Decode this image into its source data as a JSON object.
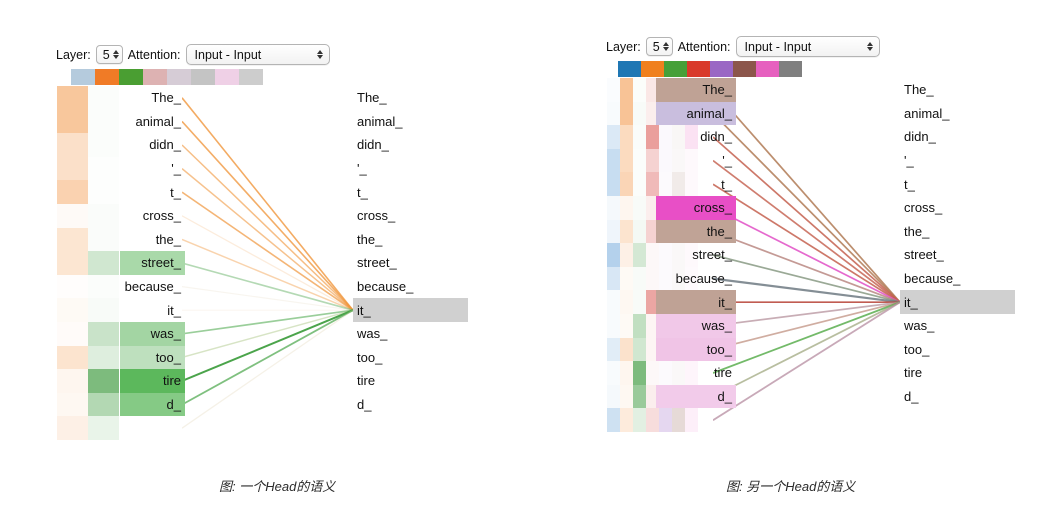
{
  "panels": [
    {
      "id": "left",
      "controls": {
        "layer_label": "Layer:",
        "layer_value": "5",
        "attention_label": "Attention:",
        "attention_value": "Input - Input"
      },
      "head_colors": [
        "#b5cbdd",
        "#f07b26",
        "#4a9e32",
        "#ddb2b2",
        "#d6ccd6",
        "#c4c4c4",
        "#efd0e6",
        "#cdcdcd"
      ],
      "left_tokens": [
        "The_",
        "animal_",
        "didn_",
        "'_",
        "t_",
        "cross_",
        "the_",
        "street_",
        "because_",
        "it_",
        "was_",
        "too_",
        "tire",
        "d_",
        ""
      ],
      "right_tokens": [
        "The_",
        "animal_",
        "didn_",
        "'_",
        "t_",
        "cross_",
        "the_",
        "street_",
        "because_",
        "it_",
        "was_",
        "too_",
        "tire",
        "d_"
      ],
      "selected_right_token": "it_",
      "selected_right_index": 9,
      "selected_bg": "#d0d0d0",
      "heatmap_columns": [
        {
          "name": "orange-weights",
          "color": "#f4a460",
          "values": [
            0.62,
            0.62,
            0.34,
            0.34,
            0.5,
            0.05,
            0.28,
            0.28,
            0.02,
            0.06,
            0.04,
            0.3,
            0.1,
            0.08,
            0.16
          ]
        },
        {
          "name": "green-weights",
          "color": "#4aa14a",
          "values": [
            0.02,
            0.02,
            0.02,
            0.01,
            0.01,
            0.03,
            0.03,
            0.26,
            0.02,
            0.04,
            0.3,
            0.18,
            0.72,
            0.42,
            0.12
          ]
        }
      ],
      "token_highlights": [
        {
          "index": 7,
          "color": "#a9d9a9"
        },
        {
          "index": 10,
          "color": "#a3d5a3"
        },
        {
          "index": 11,
          "color": "#bee0be"
        },
        {
          "index": 12,
          "color": "#5cb85c"
        },
        {
          "index": 13,
          "color": "#85ca85"
        }
      ],
      "edges": [
        {
          "from": 0,
          "color": "#f0963c",
          "opacity": 0.8,
          "width": 1.6
        },
        {
          "from": 1,
          "color": "#f0963c",
          "opacity": 0.78,
          "width": 1.6
        },
        {
          "from": 2,
          "color": "#f0963c",
          "opacity": 0.62,
          "width": 1.5
        },
        {
          "from": 3,
          "color": "#f0963c",
          "opacity": 0.58,
          "width": 1.5
        },
        {
          "from": 4,
          "color": "#f0963c",
          "opacity": 0.7,
          "width": 1.6
        },
        {
          "from": 5,
          "color": "#f0a860",
          "opacity": 0.22,
          "width": 1.3
        },
        {
          "from": 6,
          "color": "#f0963c",
          "opacity": 0.42,
          "width": 1.5
        },
        {
          "from": 7,
          "color": "#62b062",
          "opacity": 0.48,
          "width": 1.6
        },
        {
          "from": 8,
          "color": "#d8c8a8",
          "opacity": 0.18,
          "width": 1.2
        },
        {
          "from": 9,
          "color": "#e8c9a0",
          "opacity": 0.16,
          "width": 1.2
        },
        {
          "from": 10,
          "color": "#57ad57",
          "opacity": 0.6,
          "width": 1.7
        },
        {
          "from": 11,
          "color": "#9cbb6e",
          "opacity": 0.4,
          "width": 1.5
        },
        {
          "from": 12,
          "color": "#3c9c3c",
          "opacity": 0.92,
          "width": 2.0
        },
        {
          "from": 13,
          "color": "#4da84d",
          "opacity": 0.72,
          "width": 1.8
        },
        {
          "from": 14,
          "color": "#ddd0b0",
          "opacity": 0.3,
          "width": 1.3
        }
      ],
      "caption": "图: 一个Head的语义"
    },
    {
      "id": "right",
      "controls": {
        "layer_label": "Layer:",
        "layer_value": "5",
        "attention_label": "Attention:",
        "attention_value": "Input - Input"
      },
      "head_colors": [
        "#1f77b4",
        "#f0801e",
        "#46a038",
        "#d93a2b",
        "#9a67c4",
        "#8c564b",
        "#e660bf",
        "#7f7f7f"
      ],
      "left_tokens": [
        "The_",
        "animal_",
        "didn_",
        "'_",
        "t_",
        "cross_",
        "the_",
        "street_",
        "because_",
        "it_",
        "was_",
        "too_",
        "tire",
        "d_",
        ""
      ],
      "right_tokens": [
        "The_",
        "animal_",
        "didn_",
        "'_",
        "t_",
        "cross_",
        "the_",
        "street_",
        "because_",
        "it_",
        "was_",
        "too_",
        "tire",
        "d_"
      ],
      "selected_right_token": "it_",
      "selected_right_index": 9,
      "selected_bg": "#d0d0d0",
      "heatmap_columns": [
        {
          "name": "blue-weights",
          "color": "#5b9bd5",
          "values": [
            0.03,
            0.04,
            0.22,
            0.34,
            0.34,
            0.06,
            0.1,
            0.46,
            0.24,
            0.04,
            0.04,
            0.18,
            0.04,
            0.06,
            0.3
          ]
        },
        {
          "name": "orange-weights",
          "color": "#f4a460",
          "values": [
            0.66,
            0.66,
            0.4,
            0.4,
            0.46,
            0.1,
            0.3,
            0.16,
            0.06,
            0.08,
            0.06,
            0.32,
            0.1,
            0.08,
            0.22
          ]
        },
        {
          "name": "green-weights",
          "color": "#4aa14a",
          "values": [
            0.02,
            0.04,
            0.03,
            0.02,
            0.02,
            0.04,
            0.06,
            0.24,
            0.04,
            0.04,
            0.34,
            0.26,
            0.72,
            0.56,
            0.16
          ]
        },
        {
          "name": "red-weights",
          "color": "#d9534f",
          "values": [
            0.14,
            0.1,
            0.56,
            0.26,
            0.4,
            0.1,
            0.26,
            0.04,
            0.04,
            0.52,
            0.06,
            0.06,
            0.04,
            0.1,
            0.2
          ]
        },
        {
          "name": "purple-weights",
          "color": "#9a67c4",
          "values": [
            0.04,
            0.3,
            0.04,
            0.04,
            0.03,
            0.04,
            0.04,
            0.03,
            0.03,
            0.04,
            0.22,
            0.06,
            0.03,
            0.04,
            0.26
          ]
        },
        {
          "name": "brown-weights",
          "color": "#8c564b",
          "values": [
            0.4,
            0.05,
            0.05,
            0.04,
            0.12,
            0.06,
            0.42,
            0.04,
            0.04,
            0.38,
            0.06,
            0.26,
            0.04,
            0.05,
            0.22
          ]
        },
        {
          "name": "pink-weights",
          "color": "#e660bf",
          "values": [
            0.04,
            0.04,
            0.18,
            0.04,
            0.04,
            0.74,
            0.1,
            0.04,
            0.03,
            0.04,
            0.26,
            0.34,
            0.06,
            0.38,
            0.1
          ]
        }
      ],
      "token_highlights": [
        {
          "index": 0,
          "color": "#bfa295"
        },
        {
          "index": 1,
          "color": "#c9bede"
        },
        {
          "index": 5,
          "color": "#e84fc6"
        },
        {
          "index": 6,
          "color": "#c0a396"
        },
        {
          "index": 9,
          "color": "#bfa295"
        },
        {
          "index": 10,
          "color": "#f1c8e8"
        },
        {
          "index": 11,
          "color": "#f0c4e6"
        },
        {
          "index": 13,
          "color": "#f2cbea"
        }
      ],
      "edges": [
        {
          "from": 0,
          "color": "#b07a55",
          "opacity": 0.85,
          "width": 1.7
        },
        {
          "from": 1,
          "color": "#b07a55",
          "opacity": 0.85,
          "width": 1.7
        },
        {
          "from": 2,
          "color": "#c4604f",
          "opacity": 0.85,
          "width": 1.7
        },
        {
          "from": 3,
          "color": "#c4604f",
          "opacity": 0.82,
          "width": 1.7
        },
        {
          "from": 4,
          "color": "#c4604f",
          "opacity": 0.85,
          "width": 1.7
        },
        {
          "from": 5,
          "color": "#e04fc6",
          "opacity": 0.85,
          "width": 1.7
        },
        {
          "from": 6,
          "color": "#b5817a",
          "opacity": 0.8,
          "width": 1.7
        },
        {
          "from": 7,
          "color": "#7d9178",
          "opacity": 0.78,
          "width": 1.7
        },
        {
          "from": 8,
          "color": "#6f7a82",
          "opacity": 0.85,
          "width": 2.2
        },
        {
          "from": 9,
          "color": "#b8463a",
          "opacity": 0.88,
          "width": 1.7
        },
        {
          "from": 10,
          "color": "#b08a96",
          "opacity": 0.7,
          "width": 1.7
        },
        {
          "from": 11,
          "color": "#c09182",
          "opacity": 0.75,
          "width": 1.7
        },
        {
          "from": 12,
          "color": "#5bae4f",
          "opacity": 0.85,
          "width": 1.8
        },
        {
          "from": 13,
          "color": "#9aa277",
          "opacity": 0.7,
          "width": 1.7
        },
        {
          "from": 14,
          "color": "#b68ca0",
          "opacity": 0.75,
          "width": 1.8
        }
      ],
      "caption": "图: 另一个Head的语义"
    }
  ],
  "geometry": {
    "row_height": 23.6,
    "rows": 15
  }
}
